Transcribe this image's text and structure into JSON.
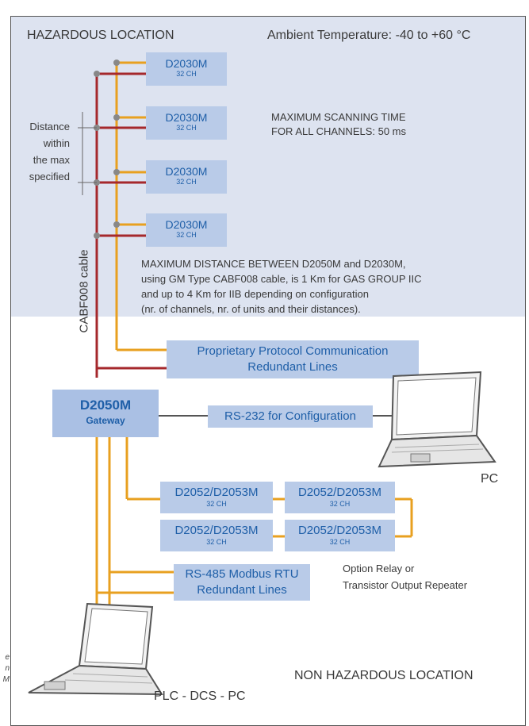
{
  "zones": {
    "hazardous": "HAZARDOUS LOCATION",
    "ambient": "Ambient Temperature: -40 to +60 °C",
    "non_hazardous": "NON HAZARDOUS LOCATION"
  },
  "notes": {
    "scan_line1": "MAXIMUM SCANNING TIME",
    "scan_line2": "FOR ALL CHANNELS: 50 ms",
    "distance_lines": [
      "Distance",
      "within",
      "the max",
      "specified"
    ],
    "cable": "CABF008 cable",
    "max_distance_lines": [
      "MAXIMUM DISTANCE BETWEEN D2050M and D2030M,",
      "using GM Type CABF008 cable, is 1 Km for GAS GROUP IIC",
      "and up to 4 Km for IIB depending on configuration",
      "(nr. of channels, nr. of units and their distances)."
    ],
    "option_line1": "Option Relay or",
    "option_line2": "Transistor Output Repeater"
  },
  "d2030m_units": [
    {
      "name": "D2030M",
      "channels": "32 CH"
    },
    {
      "name": "D2030M",
      "channels": "32 CH"
    },
    {
      "name": "D2030M",
      "channels": "32 CH"
    },
    {
      "name": "D2030M",
      "channels": "32 CH"
    }
  ],
  "proprietary": {
    "line1": "Proprietary Protocol Communication",
    "line2": "Redundant Lines"
  },
  "gateway": {
    "name": "D2050M",
    "sub": "Gateway"
  },
  "rs232": "RS-232 for Configuration",
  "pc_label": "PC",
  "d2052_units": [
    {
      "name": "D2052/D2053M",
      "channels": "32 CH"
    },
    {
      "name": "D2052/D2053M",
      "channels": "32 CH"
    },
    {
      "name": "D2052/D2053M",
      "channels": "32 CH"
    },
    {
      "name": "D2052/D2053M",
      "channels": "32 CH"
    }
  ],
  "rs485": {
    "line1": "RS-485 Modbus RTU",
    "line2": "Redundant Lines"
  },
  "plc_label": "PLC - DCS - PC",
  "edge_fragment": [
    "e",
    "n",
    "M"
  ],
  "colors": {
    "hazard_bg": "#dde3f0",
    "box_bg": "#b9cbe8",
    "box_text": "#1f5fa8",
    "red_line": "#a5282c",
    "orange_line": "#e8a020"
  }
}
